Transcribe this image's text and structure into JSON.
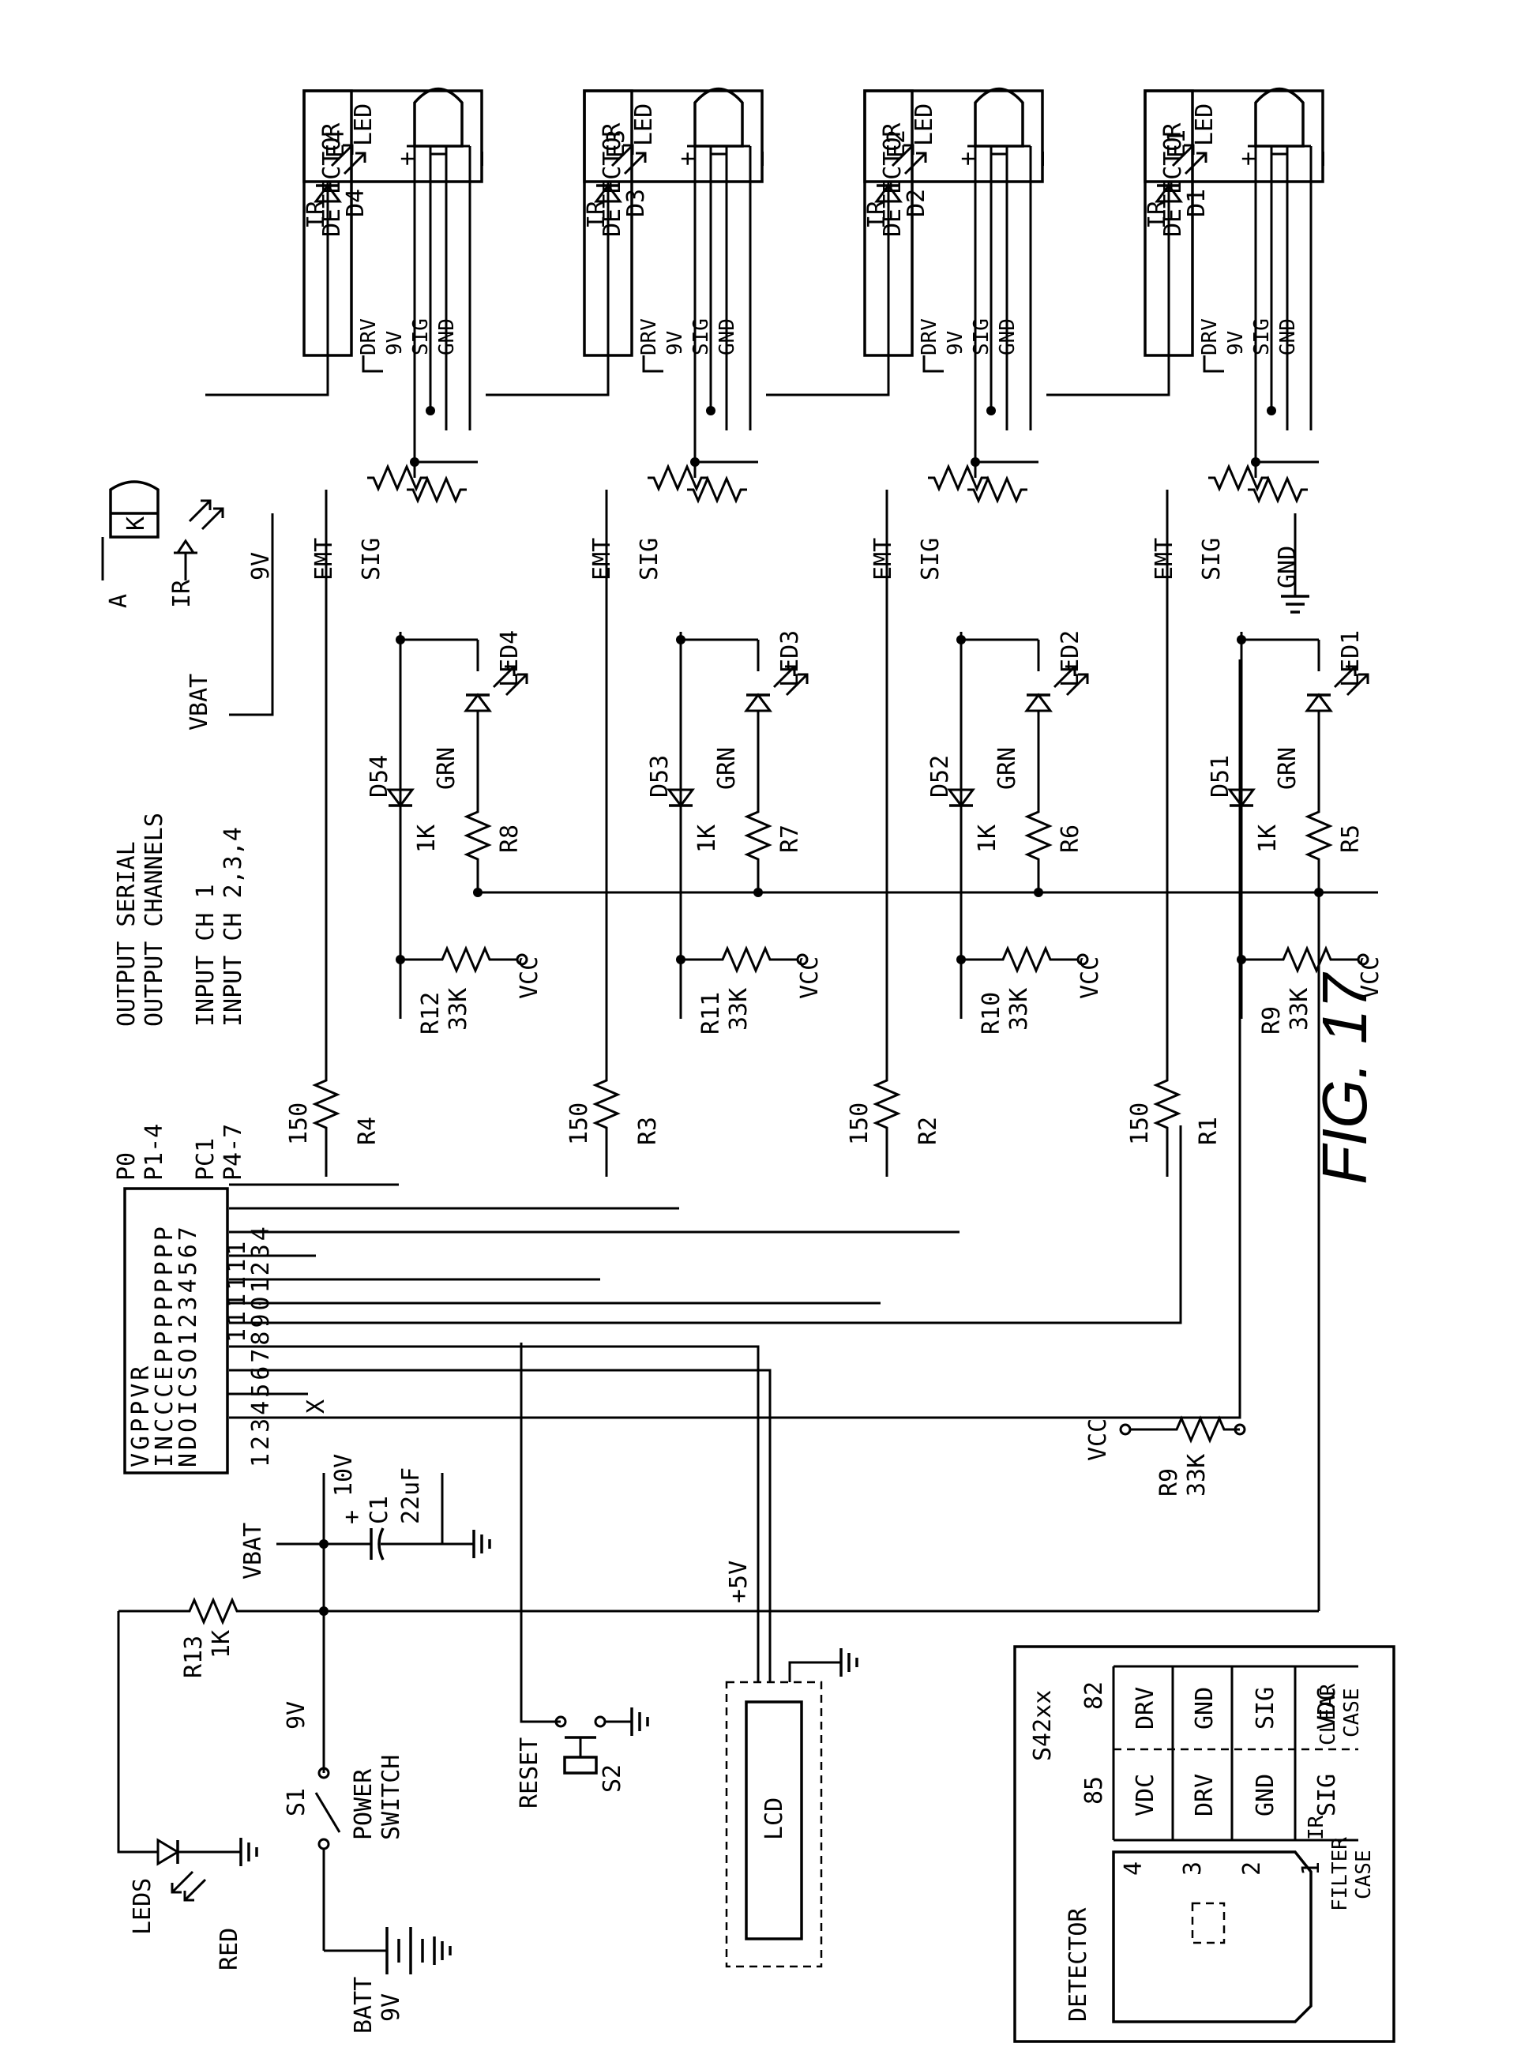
{
  "figure_label": "FIG. 17",
  "legend": {
    "codes": [
      "P0",
      "P1-4",
      "PC1",
      "P4-7"
    ],
    "descriptions": [
      "OUTPUT SERIAL",
      "OUTPUT CHANNELS",
      "INPUT CH 1",
      "INPUT CH 2,3,4"
    ]
  },
  "mcu": {
    "row1": "VGPPVR",
    "row2": "INCCCEPPPPPPPP",
    "row3": "NDOICSO1234567",
    "pins_ones": "12345678901234",
    "pins_tens": "111111",
    "nc_mark": "X"
  },
  "channels": [
    {
      "ir": "IR",
      "emitter": "E4",
      "detector": "DETECTOR",
      "detector_id": "D4",
      "led_label": "LED",
      "plus": "+",
      "minus": "_",
      "pins": [
        "DRV",
        "9V",
        "SIG",
        "GND"
      ],
      "diode": "D54",
      "led": "LED4",
      "led_color": "GRN",
      "r_led": "R8",
      "r_led_val": "1K",
      "r_pull": "R12",
      "r_pull_val": "33K",
      "vcc": "VCC",
      "r_drv": "R4",
      "r_drv_val": "150"
    },
    {
      "ir": "IR",
      "emitter": "E3",
      "detector": "DETECTOR",
      "detector_id": "D3",
      "led_label": "LED",
      "plus": "+",
      "minus": "_",
      "pins": [
        "DRV",
        "9V",
        "SIG",
        "GND"
      ],
      "diode": "D53",
      "led": "LED3",
      "led_color": "GRN",
      "r_led": "R7",
      "r_led_val": "1K",
      "r_pull": "R11",
      "r_pull_val": "33K",
      "vcc": "VCC",
      "r_drv": "R3",
      "r_drv_val": "150"
    },
    {
      "ir": "IR",
      "emitter": "E2",
      "detector": "DETECTOR",
      "detector_id": "D2",
      "led_label": "LED",
      "plus": "+",
      "minus": "_",
      "pins": [
        "DRV",
        "9V",
        "SIG",
        "GND"
      ],
      "diode": "D52",
      "led": "LED2",
      "led_color": "GRN",
      "r_led": "R6",
      "r_led_val": "1K",
      "r_pull": "R10",
      "r_pull_val": "33K",
      "vcc": "VCC",
      "r_drv": "R2",
      "r_drv_val": "150"
    },
    {
      "ir": "IR",
      "emitter": "E1",
      "detector": "DETECTOR",
      "detector_id": "D1",
      "led_label": "LED",
      "plus": "+",
      "minus": "_",
      "pins": [
        "DRV",
        "9V",
        "SIG",
        "GND"
      ],
      "diode": "D51",
      "led": "LED1",
      "led_color": "GRN",
      "r_led": "R5",
      "r_led_val": "1K",
      "r_pull": "R9",
      "r_pull_val": "33K",
      "vcc": "VCC",
      "r_drv": "R1",
      "r_drv_val": "150"
    }
  ],
  "connector": {
    "a": "A",
    "k": "K",
    "ir": "IR",
    "vbat": "VBAT",
    "v9": "9V",
    "rails": [
      "EMT",
      "SIG",
      "EMT",
      "SIG",
      "EMT",
      "SIG",
      "EMT",
      "SIG",
      "GND"
    ]
  },
  "power": {
    "vbat": "VBAT",
    "cap": "C1",
    "cap_v": "10V",
    "cap_val": "22uF",
    "cap_plus": "+",
    "r13": "R13",
    "r13_val": "1K",
    "s1": "S1",
    "s1_v": "9V",
    "s1_name1": "POWER",
    "s1_name2": "SWITCH",
    "leds": "LEDS",
    "red": "RED",
    "batt": "BATT",
    "batt_v": "9V",
    "reset": "RESET",
    "s2": "S2",
    "v5": "+5V",
    "lcd": "LCD"
  },
  "pinout_table": {
    "part": "S42xx",
    "detector": "DETECTOR",
    "col85": "85",
    "col82": "82",
    "pins": [
      "4",
      "3",
      "2",
      "1"
    ],
    "col85_vals": [
      "VDC",
      "DRV",
      "GND",
      "SIG"
    ],
    "col82_vals": [
      "DRV",
      "GND",
      "SIG",
      "VDC"
    ],
    "foot85": [
      "IR",
      "FILTER",
      "CASE"
    ],
    "foot82": [
      "CLEAR",
      "CASE"
    ]
  }
}
